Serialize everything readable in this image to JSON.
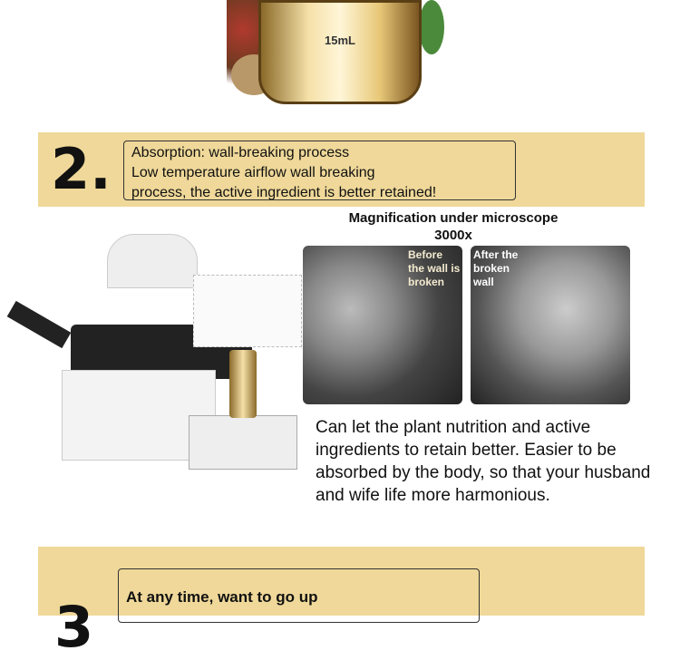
{
  "bottle": {
    "volume": "15mL"
  },
  "section2": {
    "number": "2.",
    "lines": [
      "Absorption: wall-breaking process",
      "Low temperature airflow wall breaking",
      "process, the active ingredient is better retained!"
    ]
  },
  "microscope": {
    "title": "Magnification under microscope",
    "magnification": "3000x",
    "before_label": "Before the wall is broken",
    "after_label": "After the broken wall"
  },
  "description": "Can let the plant nutrition and active ingredients to retain better. Easier to be absorbed by the body, so that your husband and wife life more harmonious.",
  "section3": {
    "number": "3",
    "line": "At any time, want to go up"
  }
}
